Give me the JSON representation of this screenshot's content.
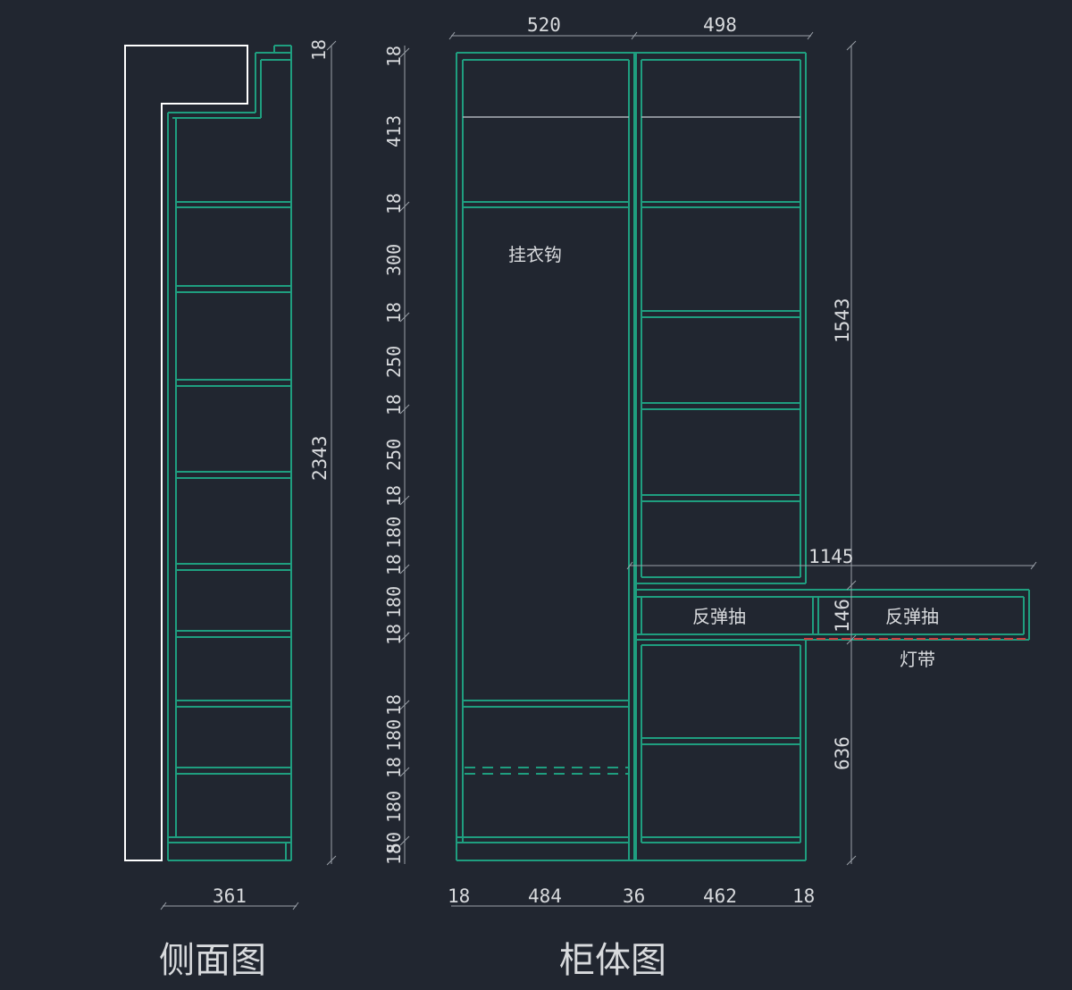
{
  "colors": {
    "background": "#212630",
    "cabinet_line": "#1f9e7f",
    "wall_outline": "#ffffff",
    "dimension_line": "#9aa0a8",
    "text": "#d8dadd",
    "light_strip": "#d04040"
  },
  "side_view": {
    "title": "侧面图",
    "width_dim": "361",
    "height_dim": "2343",
    "top_dim": "18"
  },
  "cabinet_view": {
    "title": "柜体图",
    "top_dims": [
      "520",
      "498"
    ],
    "bottom_dims": [
      "18",
      "484",
      "36",
      "462",
      "18"
    ],
    "left_dims": [
      "18",
      "413",
      "18",
      "300",
      "18",
      "250",
      "18",
      "250",
      "18",
      "180",
      "18",
      "180",
      "18",
      "18",
      "180",
      "18",
      "180",
      "50",
      "18"
    ],
    "right_height_upper": "1543",
    "right_height_lower": "636",
    "drawer_height": "146",
    "extension_width": "1145",
    "labels": {
      "hanger": "挂衣钩",
      "drawer_left": "反弹抽",
      "drawer_right": "反弹抽",
      "light_strip": "灯带"
    }
  }
}
